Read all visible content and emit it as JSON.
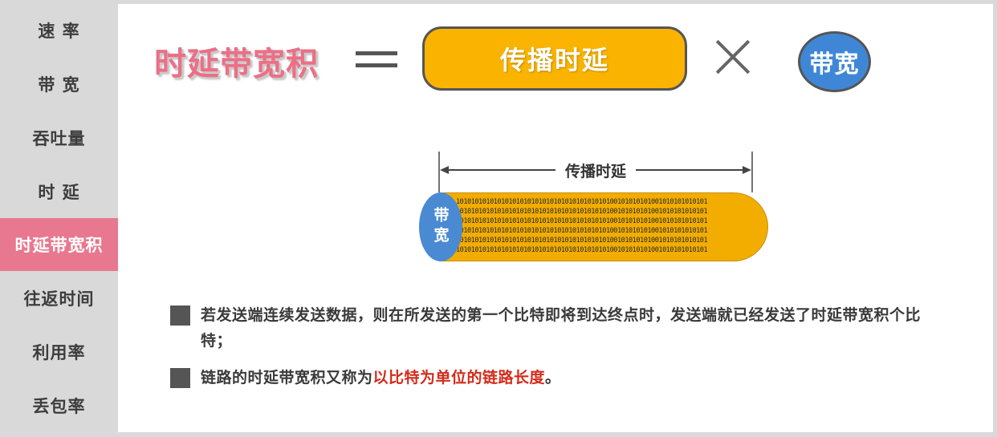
{
  "sidebar": {
    "items": [
      {
        "label": "速 率",
        "active": false
      },
      {
        "label": "带 宽",
        "active": false
      },
      {
        "label": "吞吐量",
        "active": false
      },
      {
        "label": "时 延",
        "active": false
      },
      {
        "label": "时延带宽积",
        "active": true
      },
      {
        "label": "往返时间",
        "active": false
      },
      {
        "label": "利用率",
        "active": false
      },
      {
        "label": "丢包率",
        "active": false
      }
    ]
  },
  "formula": {
    "title": "时延带宽积",
    "delay": "传播时延",
    "bandwidth": "带宽"
  },
  "diagram": {
    "delay_label": "传播时延",
    "cap_label": "带宽",
    "bits": [
      "1010101010101010101010101010101010101010100101010101001010101010101",
      "1010101010101010101010101010101010101010100101010101001010101010101",
      "1010101010101010101010101010101010101010100101010101001010101010101",
      "1010101010101010101010101010101010101010100101010101001010101010101",
      "1010101010101010101010101010101010101010100101010101001010101010101",
      "1010101010101010101010101010101010101010100101010101001010101010101"
    ]
  },
  "bullets": [
    {
      "text": "若发送端连续发送数据，则在所发送的第一个比特即将到达终点时，发送端就已经发送了时延带宽积个比特；",
      "highlight": "",
      "suffix": ""
    },
    {
      "text": "链路的时延带宽积又称为",
      "highlight": "以比特为单位的链路长度",
      "suffix": "。"
    }
  ],
  "colors": {
    "accent_pink": "#ec6f87",
    "sidebar_active": "#e8788f",
    "delay_orange": "#fab400",
    "bandwidth_blue": "#3f87d6",
    "highlight_red": "#d42a19"
  }
}
